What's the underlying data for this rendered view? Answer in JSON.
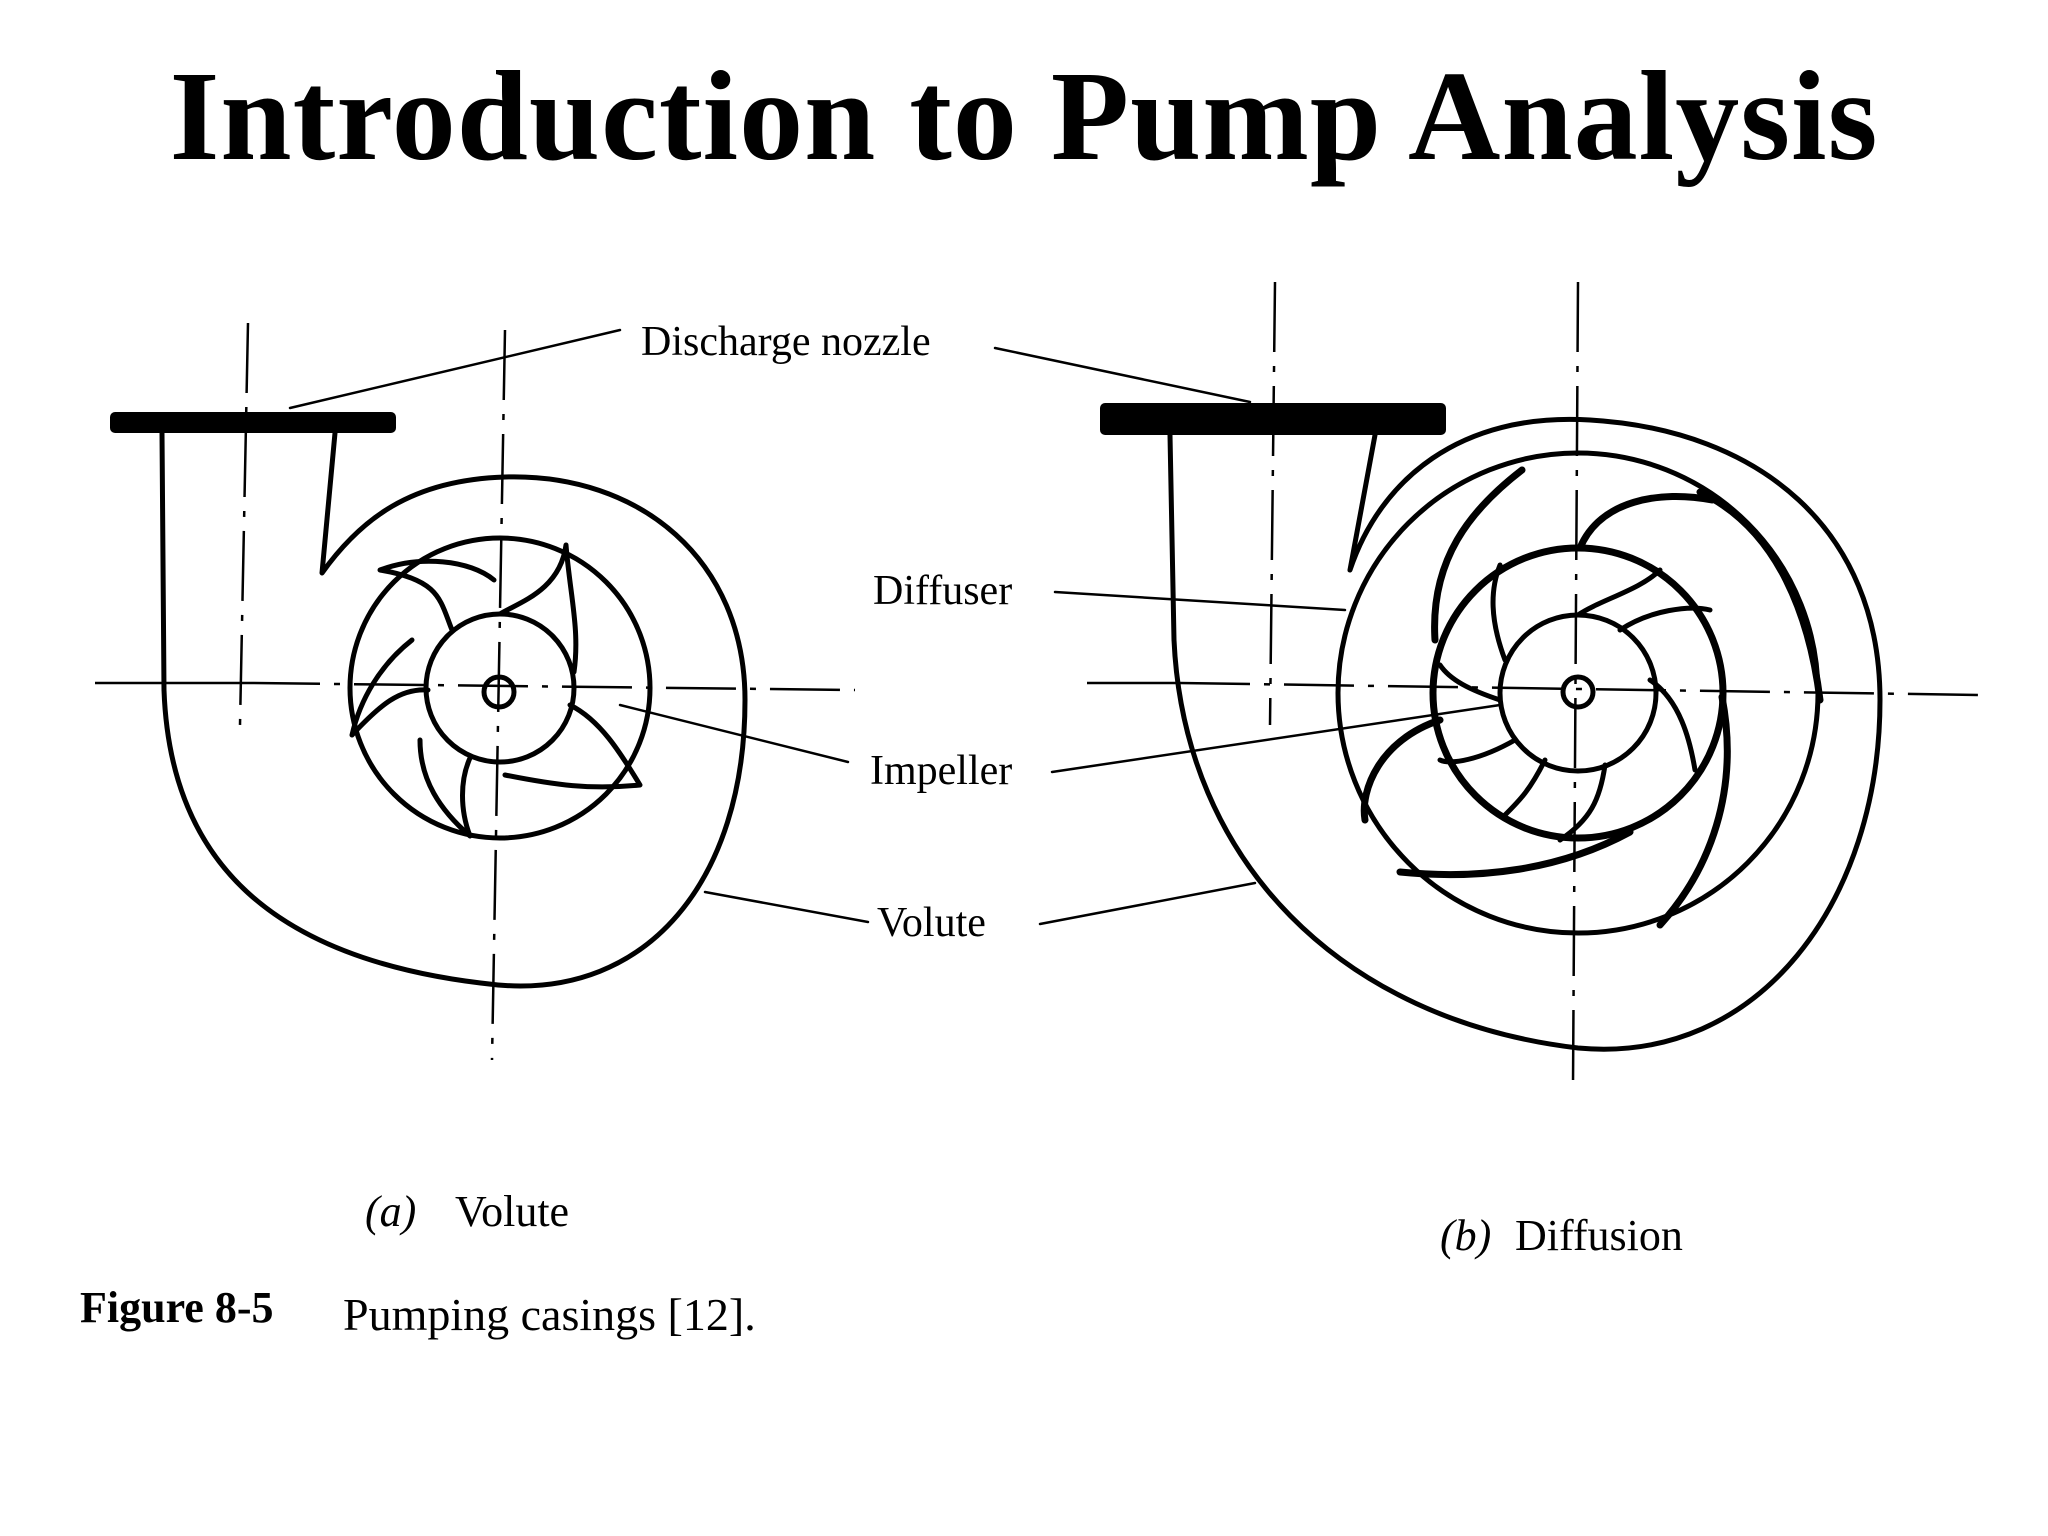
{
  "title": "Introduction to Pump Analysis",
  "labels": {
    "discharge_nozzle": "Discharge nozzle",
    "diffuser": "Diffuser",
    "impeller": "Impeller",
    "volute": "Volute"
  },
  "subcaptions": {
    "a_letter": "(a)",
    "a_text": "Volute",
    "b_letter": "(b)",
    "b_text": "Diffusion"
  },
  "caption": {
    "number": "Figure 8-5",
    "text": "Pumping casings [12]."
  }
}
